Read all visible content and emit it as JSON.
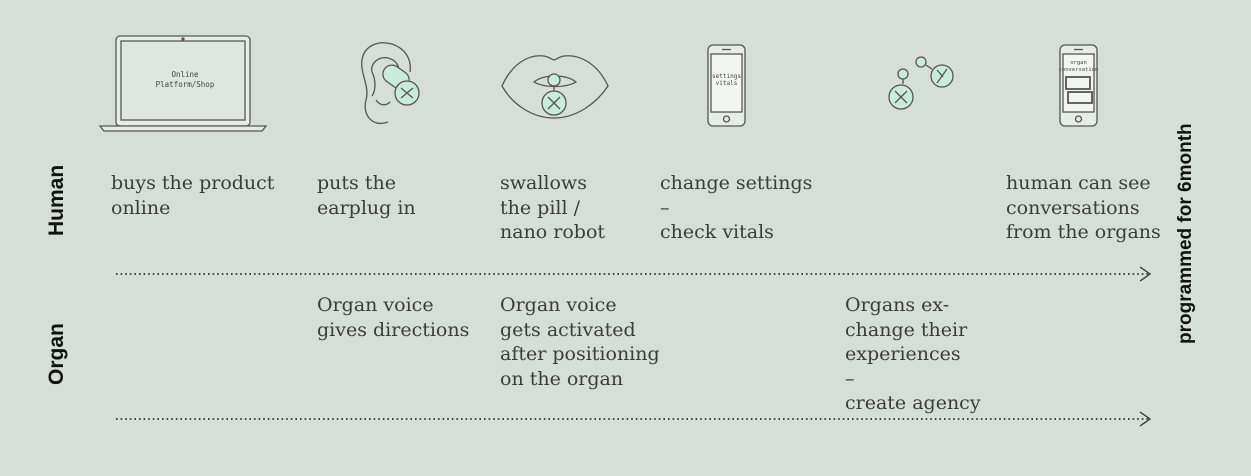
{
  "rows": {
    "human": "Human",
    "organ": "Organ"
  },
  "side_label": "programmed for 6month",
  "devices": {
    "laptop_screen_line1": "Online",
    "laptop_screen_line2": "Platform/Shop",
    "phone1_screen_line1": "settings",
    "phone1_screen_line2": "vitals",
    "phone2_screen_line1": "organ",
    "phone2_screen_line2": "conversation"
  },
  "human_steps": [
    "buys the product\nonline",
    "puts the\nearplug in",
    "swallows\nthe pill /\nnano robot",
    "change settings\n–\ncheck vitals",
    "human can see\nconversations\nfrom the organs"
  ],
  "organ_steps": [
    "Organ voice\ngives directions",
    "Organ voice\ngets activated\nafter positioning\non the organ",
    "Organs ex-\nchange their\nexperiences\n–\ncreate agency"
  ],
  "colors": {
    "background": "#d6ded9",
    "accent": "#c8ecd9",
    "line": "#444444"
  }
}
